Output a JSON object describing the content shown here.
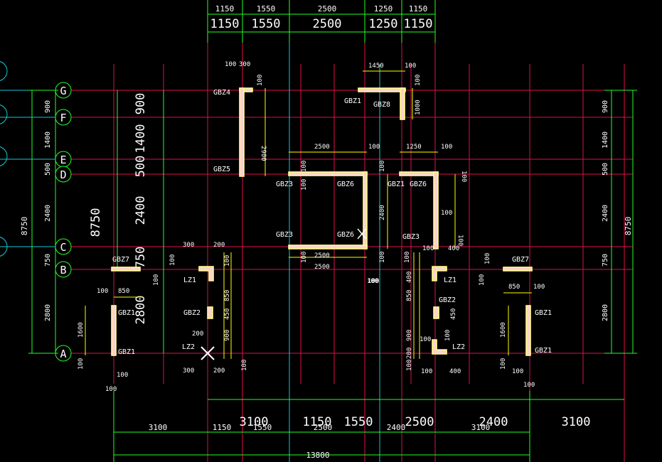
{
  "colors": {
    "background": "#000000",
    "grid_red": "#e0104a",
    "grid_cyan": "#14c8d4",
    "dim_green": "#22ff22",
    "dim_yellow": "#ffff00",
    "wall_fill": "#ffd0d0",
    "text": "#ffffff"
  },
  "axis_bubbles": [
    "G",
    "F",
    "E",
    "D",
    "C",
    "B",
    "A"
  ],
  "top_dims_small": [
    "1150",
    "1550",
    "2500",
    "1250",
    "1150"
  ],
  "top_dims_big": [
    "1150",
    "1550",
    "2500",
    "1250",
    "1150"
  ],
  "left_dims_small": [
    "900",
    "1400",
    "500",
    "2400",
    "750",
    "2800"
  ],
  "left_dims_big": [
    "900",
    "1400",
    "500",
    "2400",
    "750",
    "2800"
  ],
  "left_total_outer": "8750",
  "left_total_big": "8750",
  "right_dims": [
    "900",
    "1400",
    "500",
    "2400",
    "750",
    "2800"
  ],
  "right_total": "8750",
  "bottom_dims_big": [
    "3100",
    "1150",
    "1550",
    "2500",
    "2400",
    "3100"
  ],
  "bottom_dims_small": [
    "3100",
    "1150",
    "1550",
    "2500",
    "2400",
    "3100"
  ],
  "bottom_total": "13800",
  "wall_labels": [
    "GBZ4",
    "GBZ5",
    "GBZ1",
    "GBZ8",
    "GBZ3",
    "GBZ6",
    "GBZ1",
    "GBZ6",
    "GBZ3",
    "GBZ6",
    "GBZ3",
    "GBZ7",
    "GBZ1",
    "GBZ1",
    "LZ1",
    "GBZ2",
    "LZ2",
    "LZ1",
    "GBZ2",
    "LZ2",
    "GBZ7",
    "GBZ1",
    "GBZ1"
  ],
  "local_dims": [
    "100",
    "300",
    "100",
    "2900",
    "1450",
    "100",
    "100",
    "1000",
    "2500",
    "100",
    "1250",
    "100",
    "100",
    "100",
    "100",
    "2400",
    "100",
    "100",
    "2500",
    "100",
    "100",
    "100",
    "100",
    "100",
    "2500",
    "100",
    "100",
    "400",
    "100",
    "300",
    "200",
    "100",
    "100",
    "850",
    "100",
    "1600",
    "100",
    "100",
    "100",
    "850",
    "450",
    "900",
    "200",
    "300",
    "200",
    "100",
    "400",
    "850",
    "450",
    "900",
    "200",
    "100",
    "100",
    "100",
    "100",
    "400",
    "100",
    "850",
    "100",
    "1600",
    "100",
    "100",
    "100",
    "100"
  ]
}
